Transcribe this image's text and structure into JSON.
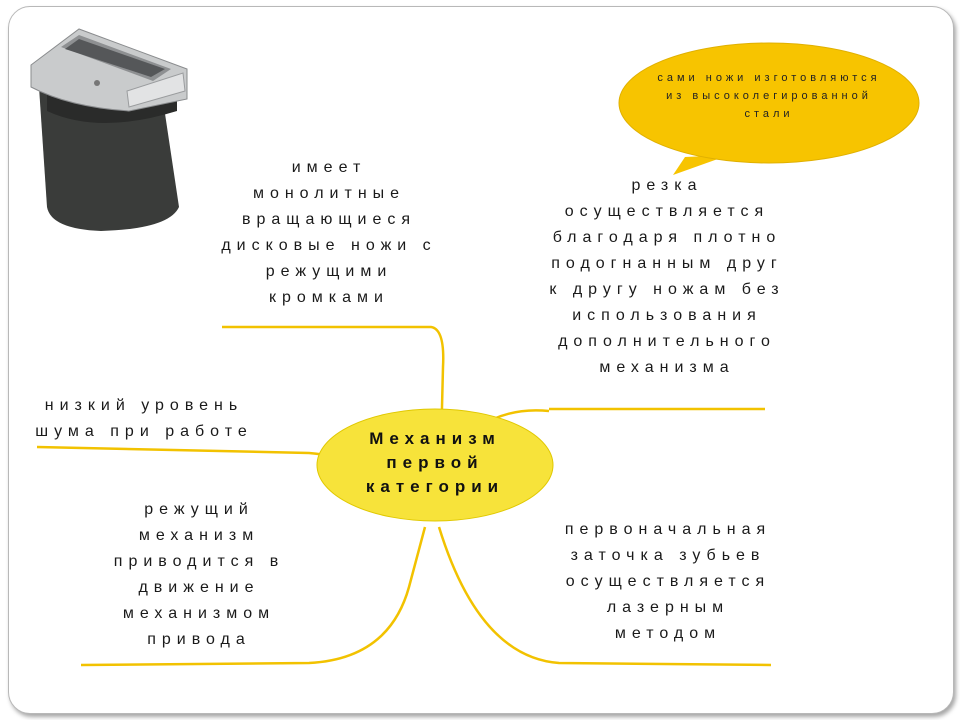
{
  "center": {
    "label": "Механизм\nпервой\nкатегории"
  },
  "callout": {
    "text": "сами ножи изготовляются\nиз высоколегированной\nстали"
  },
  "branches": {
    "top_left": "имеет\nмонолитные\nвращающиеся\nдисковые ножи с\nрежущими\nкромками",
    "mid_left": "низкий уровень\nшума при работе",
    "bottom_left": "режущий\nмеханизм\nприводится в\nдвижение\nмеханизмом\nпривода",
    "top_right": "резка\nосуществляется\nблагодаря плотно\nподогнанным друг\nк другу ножам без\nиспользования\nдополнительного\nмеханизма",
    "bottom_right": "первоначальная\nзаточка зубьев\nосуществляется\nлазерным\nметодом"
  },
  "colors": {
    "branch": "#f2c200",
    "center_fill": "#f7e33a",
    "callout_fill": "#f7c400",
    "shredder_body": "#3a3c3a"
  },
  "icons": {
    "product": "shredder-image"
  }
}
